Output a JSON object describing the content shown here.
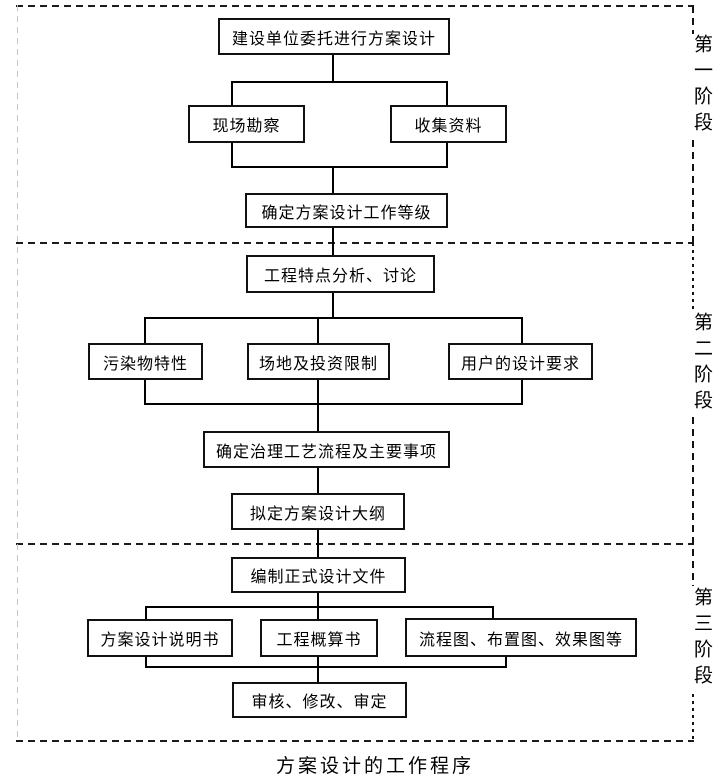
{
  "diagram": {
    "title_caption": "方案设计的工作程序",
    "type": "flowchart",
    "stages": [
      {
        "label": "第一阶段"
      },
      {
        "label": "第二阶段"
      },
      {
        "label": "第三阶段"
      }
    ],
    "nodes": [
      {
        "id": "entrust-design",
        "label": "建设单位委托进行方案设计"
      },
      {
        "id": "site-survey",
        "label": "现场勘察"
      },
      {
        "id": "collect-data",
        "label": "收集资料"
      },
      {
        "id": "work-grade",
        "label": "确定方案设计工作等级"
      },
      {
        "id": "feature-analysis",
        "label": "工程特点分析、讨论"
      },
      {
        "id": "pollutant-traits",
        "label": "污染物特性"
      },
      {
        "id": "site-investment",
        "label": "场地及投资限制"
      },
      {
        "id": "user-requirements",
        "label": "用户的设计要求"
      },
      {
        "id": "process-and-items",
        "label": "确定治理工艺流程及主要事项"
      },
      {
        "id": "design-outline",
        "label": "拟定方案设计大纲"
      },
      {
        "id": "formal-documents",
        "label": "编制正式设计文件"
      },
      {
        "id": "design-manual",
        "label": "方案设计说明书"
      },
      {
        "id": "budget-book",
        "label": "工程概算书"
      },
      {
        "id": "drawings",
        "label": "流程图、布置图、效果图等"
      },
      {
        "id": "review-approve",
        "label": "审核、修改、审定"
      }
    ],
    "colors": {
      "line": "#000000",
      "node_border": "#111111",
      "dashed_boundary": "#1c1c1c",
      "left_boundary_light": "#c6c6c6",
      "background": "#ffffff"
    }
  }
}
